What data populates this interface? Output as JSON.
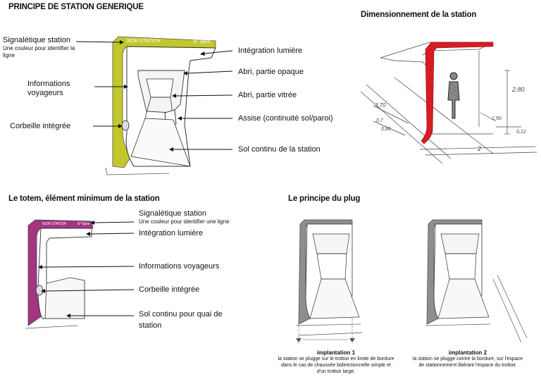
{
  "sections": {
    "generic": "PRINCIPE DE STATION GENERIQUE",
    "dimensions": "Dimensionnement de la station",
    "totem": "Le totem, élément minimum de la station",
    "plug": "Le principe du plug"
  },
  "generic": {
    "sign_text_station": "NOM STATION",
    "sign_text_line": "N° ligne",
    "left_labels": [
      {
        "title": "Signalétique station",
        "sub": "Une couleur pour identifier la ligne"
      },
      {
        "title": "Informations voyageurs",
        "sub": ""
      },
      {
        "title": "Corbeille intégrée",
        "sub": ""
      }
    ],
    "right_labels": [
      "Intégration lumière",
      "Abri, partie opaque",
      "Abri, partie vitrée",
      "Assise (continuité sol/paroi)",
      "Sol continu de la station"
    ]
  },
  "dimensions": {
    "annotations": [
      "2,80",
      "3,70",
      "0,7",
      "0,80",
      "1,50",
      "0,12",
      "2"
    ]
  },
  "totem": {
    "sign_text_station": "NOM STATION",
    "sign_text_line": "N° ligne",
    "labels": [
      {
        "title": "Signalétique station",
        "sub": "Une couleur pour identifier une ligne"
      },
      {
        "title": "Intégration lumière",
        "sub": ""
      },
      {
        "title": "Informations voyageurs",
        "sub": ""
      },
      {
        "title": "Corbeille intégrée",
        "sub": ""
      },
      {
        "title": "Sol continu pour quai de station",
        "sub": ""
      }
    ]
  },
  "plug": {
    "captions": [
      {
        "title": "implantation 1",
        "text": "la station se plugge sur le trottoir en limite de bordure dans le cas de chaussée bidirectionnelle simple et d'un trottoir large."
      },
      {
        "title": "implantation 2",
        "text": "la station se plugge contre la bordure, sur l'espace de stationnement libérant l'espace du trottoir."
      }
    ]
  },
  "colors": {
    "generic_accent": "#c2c82a",
    "dimension_accent": "#d81c24",
    "totem_accent": "#a33583",
    "plug_accent": "#8e8e8e"
  }
}
